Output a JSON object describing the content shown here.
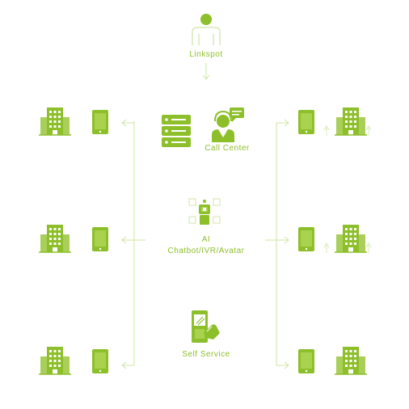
{
  "center": {
    "top_label": "Linkspot",
    "call_center_label": "Call Center",
    "ai_line1": "AI",
    "ai_line2": "Chatbot/IVR/Avatar",
    "self_service_label": "Self Service"
  },
  "colors": {
    "accent": "#8dbf2a",
    "line": "#cfe4a6",
    "outline": "#d8e8b8"
  },
  "icons": {
    "top": "user-icon",
    "servers": "server-icon",
    "agent": "call-agent-icon",
    "ai": "robot-icon",
    "self_service": "kiosk-icon",
    "left_buildings": "building-icon",
    "left_devices": "tablet-icon",
    "right_buildings": "building-icon",
    "right_devices": "tablet-icon"
  }
}
